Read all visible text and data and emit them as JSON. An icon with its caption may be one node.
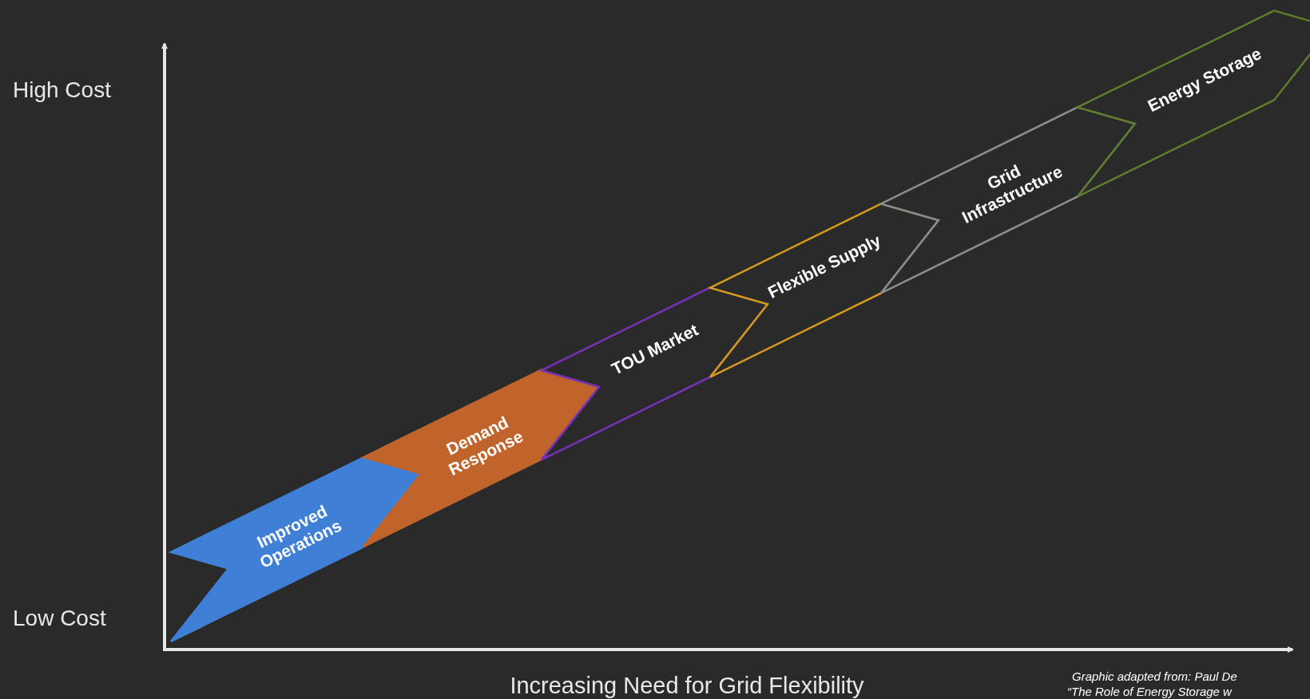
{
  "diagram": {
    "nodes": [
      {
        "text": [
          "Improved Operations"
        ]
      },
      {
        "text": [
          "Demand Response"
        ]
      },
      {
        "text": [
          "TOU Market"
        ]
      },
      {
        "text": [
          "Flexible Supply"
        ]
      },
      {
        "text": [
          "Grid Infrastructure"
        ]
      },
      {
        "text": [
          "Energy Storage"
        ]
      }
    ],
    "edges": [],
    "labels": [
      "High Cost",
      "Low Cost",
      "Increasing Need for Grid Flexibility",
      "Graphic adapted from: Paul De",
      "“The Role of Energy Storage w"
    ]
  }
}
